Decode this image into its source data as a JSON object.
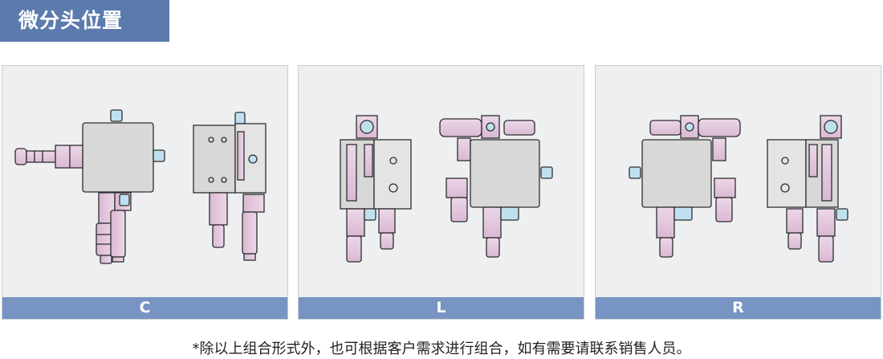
{
  "title": "微分头位置",
  "panels": [
    {
      "label": "C"
    },
    {
      "label": "L"
    },
    {
      "label": "R"
    }
  ],
  "footnote": "*除以上组合形式外，也可根据客户需求进行组合，如有需要请联系销售人员。",
  "colors": {
    "title_bg": "#5b7bae",
    "label_bar": "#7794c2",
    "panel_bg": "#eeeff1",
    "stage_body": "#d8d8d8",
    "micrometer": "#e3c9df",
    "knob": "#bfe0ef",
    "outline": "#2e2e2e"
  }
}
